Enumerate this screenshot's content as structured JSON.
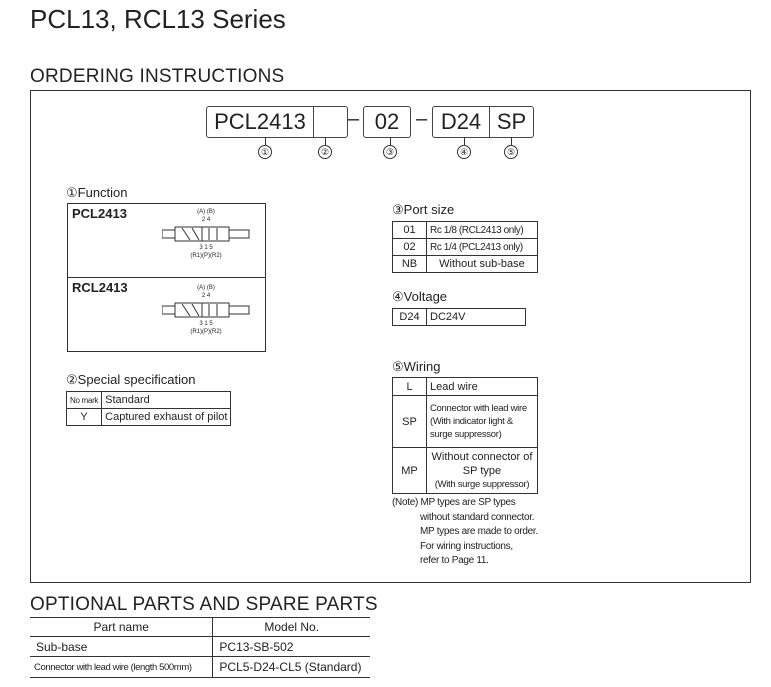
{
  "title": "PCL13, RCL13 Series",
  "ordering": {
    "heading": "ORDERING INSTRUCTIONS",
    "code": {
      "model": "PCL2413",
      "special": "",
      "port": "02",
      "voltage": "D24",
      "wiring": "SP",
      "dash": "–"
    },
    "markers": [
      "①",
      "②",
      "③",
      "④",
      "⑤"
    ],
    "function": {
      "label": "①Function",
      "items": [
        {
          "model": "PCL2413",
          "ports_top": "(A) (B)",
          "nums_top": "2 4",
          "nums_bottom": "3 1 5",
          "ports_bottom": "(R1)(P)(R2)"
        },
        {
          "model": "RCL2413",
          "ports_top": "(A) (B)",
          "nums_top": "2 4",
          "nums_bottom": "3 1 5",
          "ports_bottom": "(R1)(P)(R2)"
        }
      ]
    },
    "special": {
      "label": "②Special specification",
      "rows": [
        [
          "No mark",
          "Standard"
        ],
        [
          "Y",
          "Captured exhaust of pilot"
        ]
      ]
    },
    "port": {
      "label": "③Port size",
      "rows": [
        [
          "01",
          "Rc 1/8 (RCL2413 only)"
        ],
        [
          "02",
          "Rc 1/4 (PCL2413 only)"
        ],
        [
          "NB",
          "Without sub-base"
        ]
      ]
    },
    "voltage": {
      "label": "④Voltage",
      "rows": [
        [
          "D24",
          "DC24V"
        ]
      ]
    },
    "wiring": {
      "label": "⑤Wiring",
      "rows": [
        {
          "code": "L",
          "lines": [
            "Lead wire"
          ]
        },
        {
          "code": "SP",
          "lines": [
            "Connector with lead wire",
            "(With indicator light &",
            "surge suppressor)"
          ]
        },
        {
          "code": "MP",
          "lines": [
            "Without connector of",
            "SP type",
            "(With surge suppressor)"
          ]
        }
      ],
      "note": [
        "(Note) MP types are SP types",
        "without standard connector.",
        "MP types are made to order.",
        "For wiring instructions,",
        "refer to Page 11."
      ]
    }
  },
  "optional": {
    "heading": "OPTIONAL PARTS AND SPARE PARTS",
    "headers": [
      "Part name",
      "Model No."
    ],
    "rows": [
      [
        "Sub-base",
        "PC13-SB-502"
      ],
      [
        "Connector with lead wire (length 500mm)",
        "PCL5-D24-CL5 (Standard)"
      ]
    ]
  }
}
